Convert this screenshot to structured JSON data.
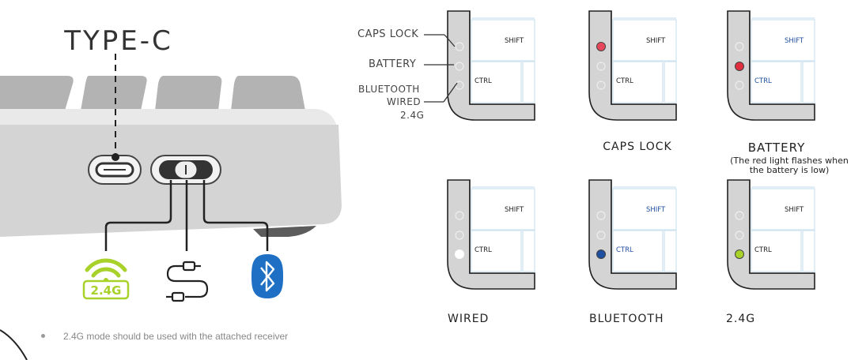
{
  "port_label": "TYPE-C",
  "wireless_badge": "2.4G",
  "legend": {
    "caps_lock": "CAPS LOCK",
    "battery": "BATTERY",
    "bluetooth": "BLUETOOTH",
    "wired": "WIRED",
    "ghz": "2.4G"
  },
  "keys": {
    "shift": "SHIFT",
    "ctrl": "CTRL"
  },
  "panels": [
    {
      "caption": "",
      "note": "",
      "lit": -1,
      "color": "",
      "shift_color": "#222222",
      "ctrl_color": "#222222"
    },
    {
      "caption": "CAPS LOCK",
      "note": "",
      "lit": 0,
      "color": "#e8465a",
      "shift_color": "#222222",
      "ctrl_color": "#222222"
    },
    {
      "caption": "BATTERY",
      "note": "(The red light flashes when the battery is low)",
      "lit": 1,
      "color": "#e02f3e",
      "shift_color": "#1f4fa0",
      "ctrl_color": "#1f4fa0"
    },
    {
      "caption": "WIRED",
      "note": "",
      "lit": 2,
      "color": "#ffffff",
      "shift_color": "#222222",
      "ctrl_color": "#222222"
    },
    {
      "caption": "BLUETOOTH",
      "note": "",
      "lit": 2,
      "color": "#1f4fa0",
      "shift_color": "#1f4fa0",
      "ctrl_color": "#1f4fa0"
    },
    {
      "caption": "2.4G",
      "note": "",
      "lit": 2,
      "color": "#a8d12a",
      "shift_color": "#222222",
      "ctrl_color": "#222222"
    }
  ],
  "footnote": "2.4G mode should be used with the attached receiver",
  "colors": {
    "wireless": "#a8d12a",
    "bluetooth": "#1f6fc4",
    "body_gray": "#d4d4d4",
    "key_gray": "#b3b3b3"
  },
  "icons": [
    "wifi-icon",
    "cable-icon",
    "bluetooth-icon"
  ]
}
